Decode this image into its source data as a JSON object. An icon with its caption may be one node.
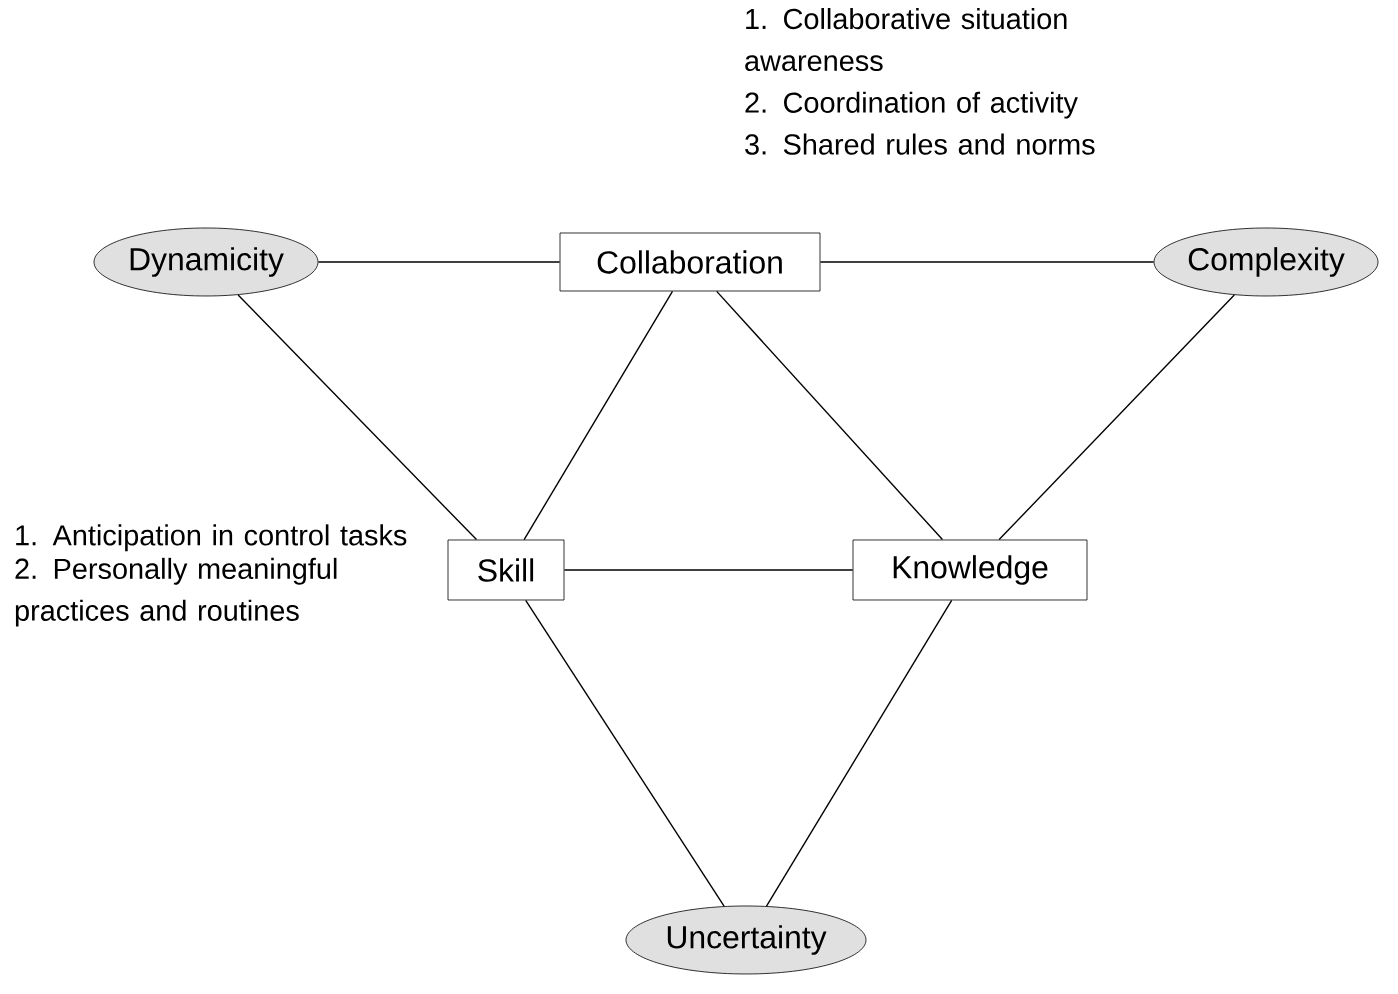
{
  "diagram": {
    "nodes": [
      {
        "text": [
          "Dynamicity"
        ]
      },
      {
        "text": [
          "Collaboration"
        ],
        "beside": [
          "1. Collaborative situation awareness",
          "2. Coordination of activity",
          "3. Shared rules and norms"
        ]
      },
      {
        "text": [
          "Complexity"
        ]
      },
      {
        "text": [
          "Skill"
        ],
        "beside": [
          "1. Anticipation in control tasks",
          "2. Personally meaningful practices and routines"
        ]
      },
      {
        "text": [
          "Knowledge"
        ]
      },
      {
        "text": [
          "Uncertainty"
        ]
      }
    ],
    "edges": [
      {
        "from": 0,
        "to": 1,
        "arrow": "none"
      },
      {
        "from": 1,
        "to": 2,
        "arrow": "none"
      },
      {
        "from": 0,
        "to": 3,
        "arrow": "none"
      },
      {
        "from": 1,
        "to": 3,
        "arrow": "none"
      },
      {
        "from": 1,
        "to": 4,
        "arrow": "none"
      },
      {
        "from": 3,
        "to": 4,
        "arrow": "none"
      },
      {
        "from": 2,
        "to": 4,
        "arrow": "none"
      },
      {
        "from": 3,
        "to": 5,
        "arrow": "none"
      },
      {
        "from": 4,
        "to": 5,
        "arrow": "none"
      }
    ]
  }
}
